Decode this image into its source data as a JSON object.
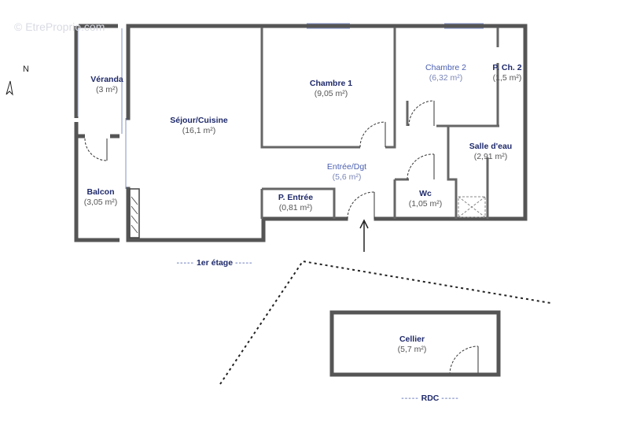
{
  "watermark": "© EtreProprio.com",
  "compass": {
    "label": "N"
  },
  "rooms": [
    {
      "key": "veranda",
      "name": "Véranda",
      "area": "(3 m²)",
      "style": "navy"
    },
    {
      "key": "sejour",
      "name": "Séjour/Cuisine",
      "area": "(16,1 m²)",
      "style": "navy"
    },
    {
      "key": "chambre1",
      "name": "Chambre 1",
      "area": "(9,05 m²)",
      "style": "navy"
    },
    {
      "key": "chambre2",
      "name": "Chambre 2",
      "area": "(6,32 m²)",
      "style": "blue"
    },
    {
      "key": "pch2",
      "name": "P. Ch. 2",
      "area": "(1,5 m²)",
      "style": "navy"
    },
    {
      "key": "salle",
      "name": "Salle d'eau",
      "area": "(2,91 m²)",
      "style": "navy"
    },
    {
      "key": "entree",
      "name": "Entrée/Dgt",
      "area": "(5,6 m²)",
      "style": "blue"
    },
    {
      "key": "pentree",
      "name": "P. Entrée",
      "area": "(0,81 m²)",
      "style": "navy"
    },
    {
      "key": "wc",
      "name": "Wc",
      "area": "(1,05 m²)",
      "style": "navy"
    },
    {
      "key": "balcon",
      "name": "Balcon",
      "area": "(3,05 m²)",
      "style": "navy"
    },
    {
      "key": "cellier",
      "name": "Cellier",
      "area": "(5,7 m²)",
      "style": "navy"
    }
  ],
  "levels": {
    "first": "1er étage",
    "ground": "RDC",
    "dash": "-----"
  }
}
